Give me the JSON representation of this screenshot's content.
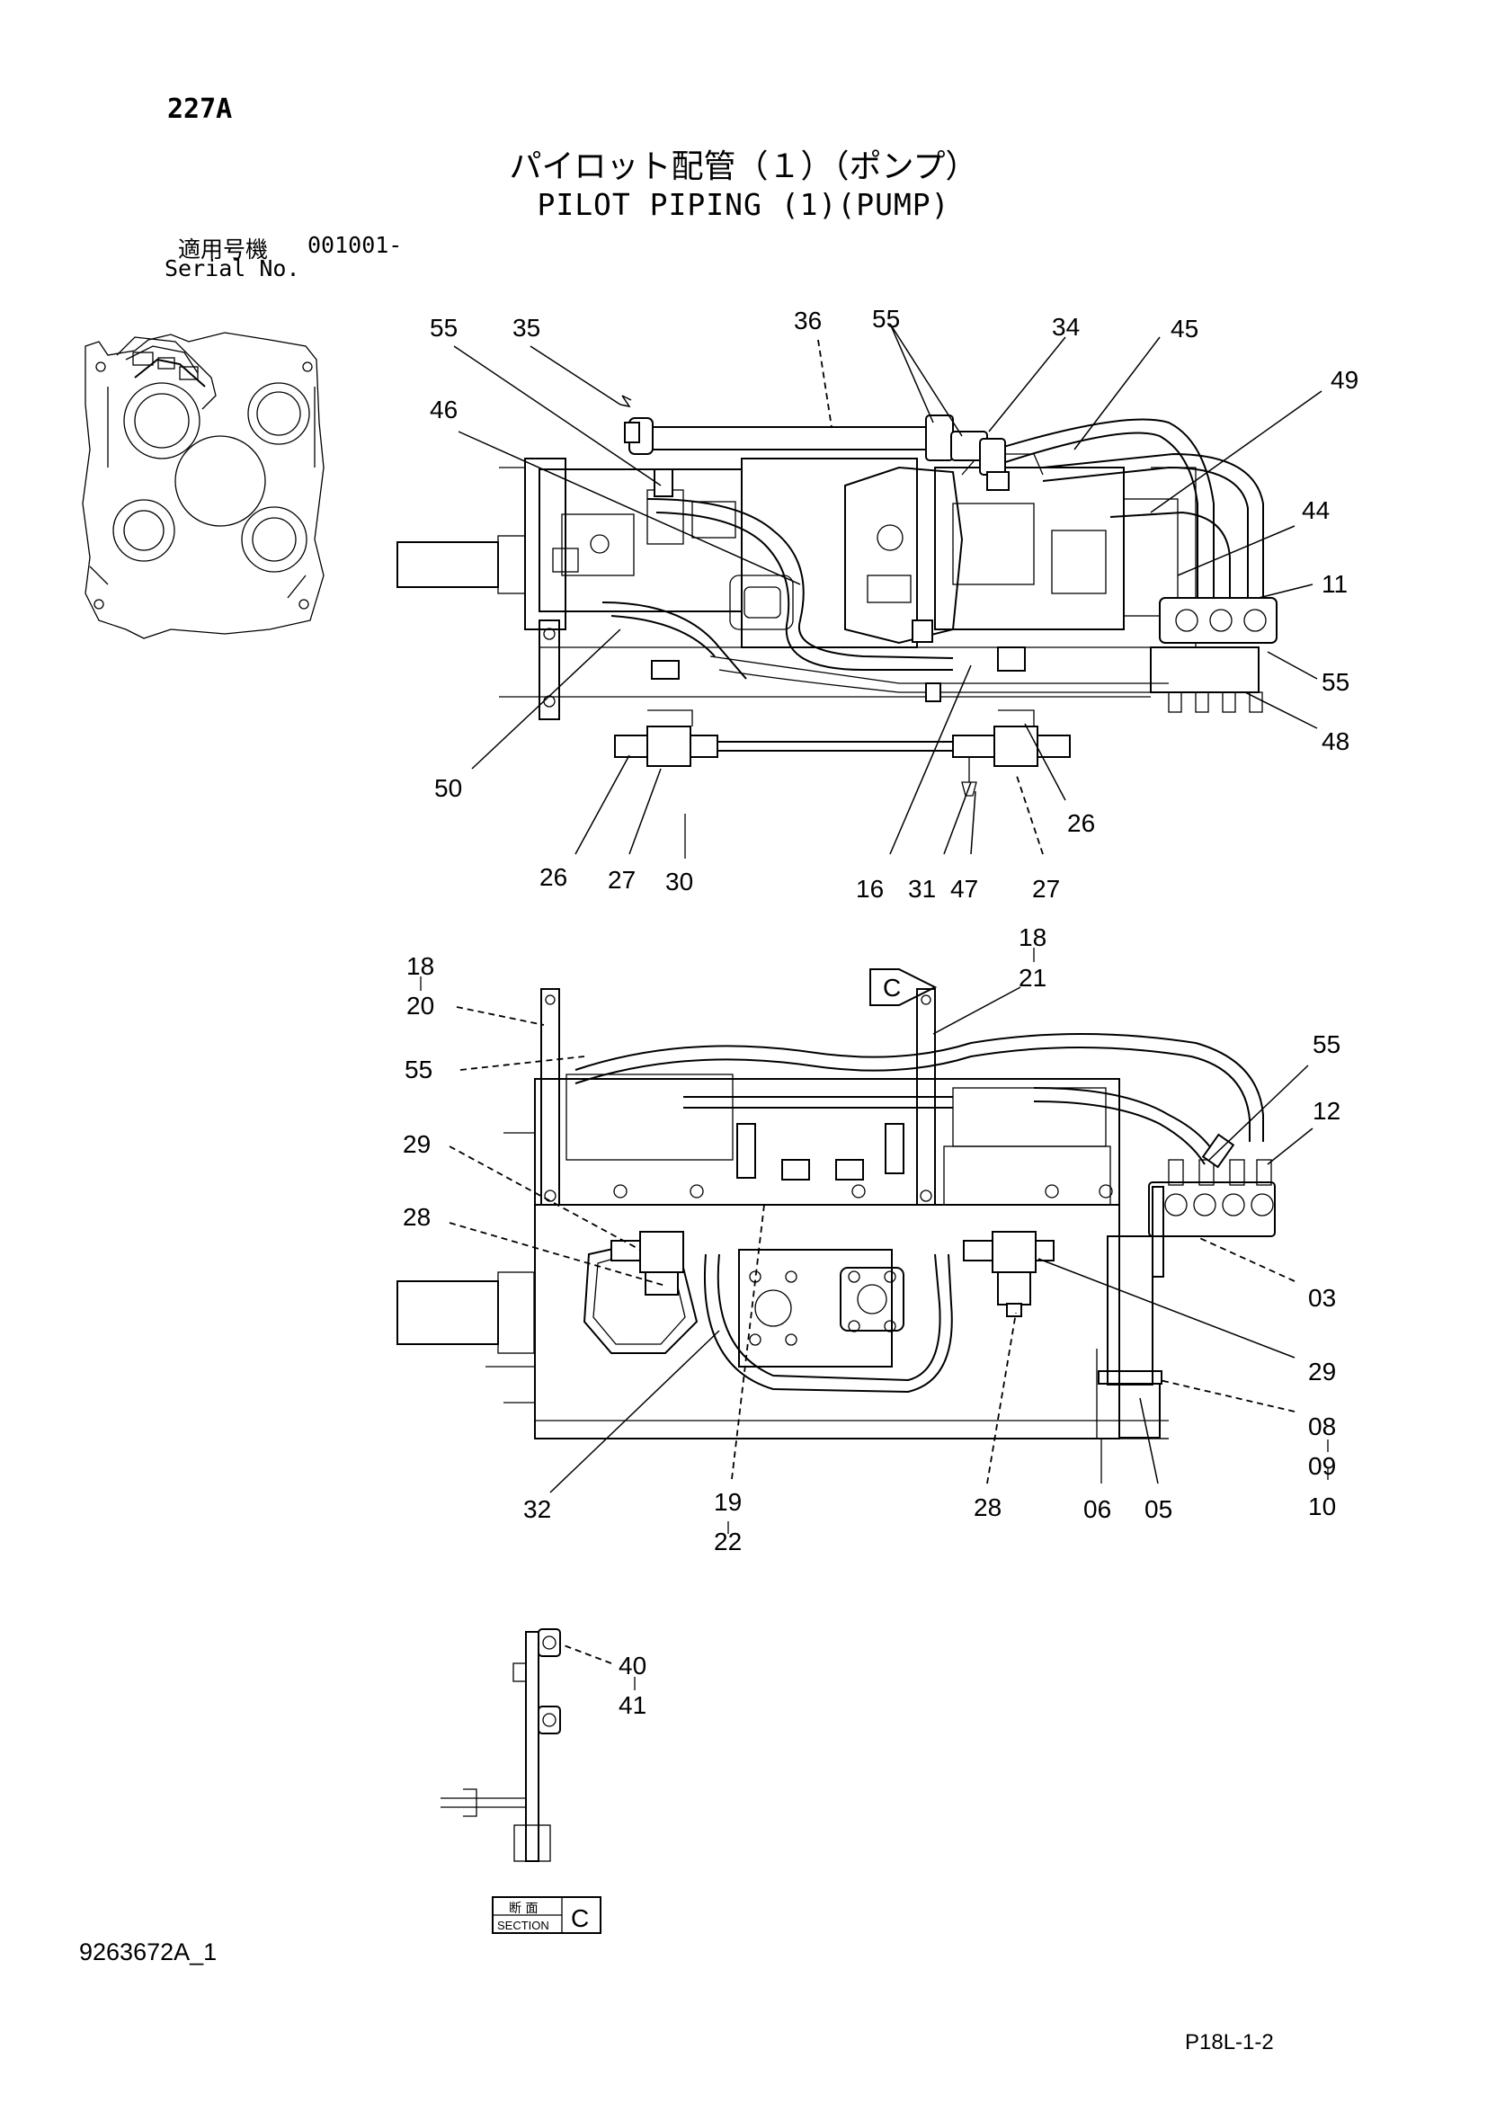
{
  "header": {
    "sheet_id": "227A",
    "title_jp": "パイロット配管（１）（ポンプ）",
    "title_en": "PILOT PIPING (1)(PUMP)",
    "serial_label_jp": "適用号機",
    "serial_value": "001001-",
    "serial_label_en": "Serial No."
  },
  "footer": {
    "doc_number": "9263672A_1",
    "page_ref": "P18L-1-2"
  },
  "section_marker": {
    "view_letter": "C",
    "box_jp": "断 面",
    "box_en": "SECTION",
    "box_letter": "C"
  },
  "callouts": {
    "top_view": [
      "55",
      "35",
      "36",
      "55",
      "34",
      "45",
      "49",
      "46",
      "44",
      "11",
      "55",
      "48",
      "50",
      "26",
      "27",
      "30",
      "16",
      "31",
      "47",
      "27",
      "26"
    ],
    "side_view": [
      "18",
      "21",
      "18",
      "20",
      "55",
      "55",
      "12",
      "29",
      "28",
      "03",
      "29",
      "08",
      "09",
      "10",
      "32",
      "19",
      "22",
      "28",
      "06",
      "05"
    ],
    "section_view": [
      "40",
      "41"
    ]
  }
}
